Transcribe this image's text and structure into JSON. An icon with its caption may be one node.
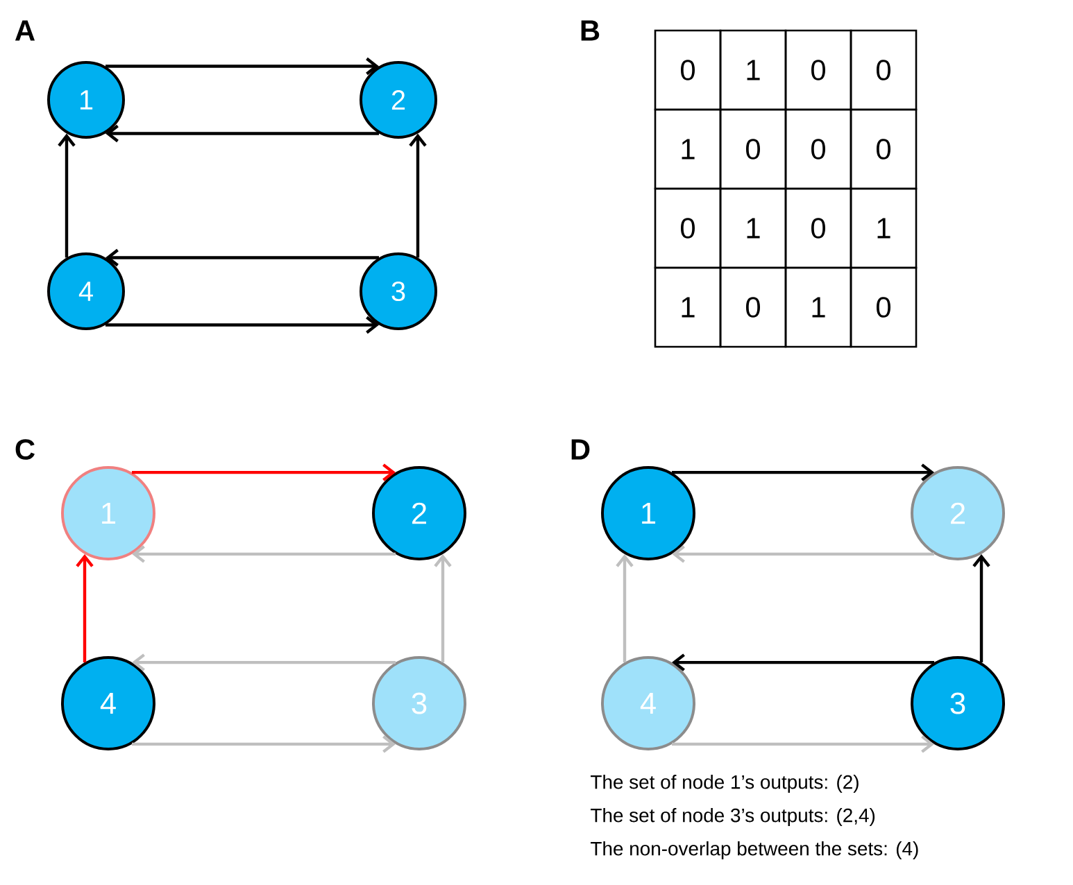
{
  "diagram": {
    "nodes": [
      {
        "text": [
          "1"
        ]
      },
      {
        "text": [
          "2"
        ]
      },
      {
        "text": [
          "4"
        ]
      },
      {
        "text": [
          "3"
        ]
      },
      {
        "text": [
          "1"
        ]
      },
      {
        "text": [
          "2"
        ]
      },
      {
        "text": [
          "4"
        ]
      },
      {
        "text": [
          "3"
        ]
      },
      {
        "text": [
          "1"
        ]
      },
      {
        "text": [
          "2"
        ]
      },
      {
        "text": [
          "4"
        ]
      },
      {
        "text": [
          "3"
        ]
      }
    ],
    "edges": [
      {
        "from": 0,
        "to": 1,
        "arrow": "to"
      },
      {
        "from": 1,
        "to": 0,
        "arrow": "to"
      },
      {
        "from": 2,
        "to": 0,
        "arrow": "to"
      },
      {
        "from": 3,
        "to": 1,
        "arrow": "to"
      },
      {
        "from": 3,
        "to": 2,
        "arrow": "to"
      },
      {
        "from": 2,
        "to": 3,
        "arrow": "to"
      },
      {
        "from": 4,
        "to": 5,
        "arrow": "to",
        "color": "#ff0000"
      },
      {
        "from": 5,
        "to": 4,
        "arrow": "to",
        "color": "#bfbfbf"
      },
      {
        "from": 6,
        "to": 4,
        "arrow": "to",
        "color": "#ff0000"
      },
      {
        "from": 7,
        "to": 5,
        "arrow": "to",
        "color": "#bfbfbf"
      },
      {
        "from": 7,
        "to": 6,
        "arrow": "to",
        "color": "#bfbfbf"
      },
      {
        "from": 6,
        "to": 7,
        "arrow": "to",
        "color": "#bfbfbf"
      },
      {
        "from": 8,
        "to": 9,
        "arrow": "to"
      },
      {
        "from": 9,
        "to": 8,
        "arrow": "to",
        "color": "#bfbfbf"
      },
      {
        "from": 10,
        "to": 8,
        "arrow": "to",
        "color": "#bfbfbf"
      },
      {
        "from": 11,
        "to": 9,
        "arrow": "to"
      },
      {
        "from": 11,
        "to": 10,
        "arrow": "to"
      },
      {
        "from": 10,
        "to": 11,
        "arrow": "to",
        "color": "#bfbfbf"
      }
    ],
    "labels": [
      "A",
      "B",
      "0",
      "1",
      "0",
      "0",
      "1",
      "0",
      "0",
      "0",
      "0",
      "1",
      "0",
      "1",
      "1",
      "0",
      "1",
      "0",
      "C",
      "D",
      "The set of node 1’s outputs: (2)",
      "The set of node 3’s outputs: (2,4)",
      "The non-overlap between the sets: (4)"
    ]
  }
}
